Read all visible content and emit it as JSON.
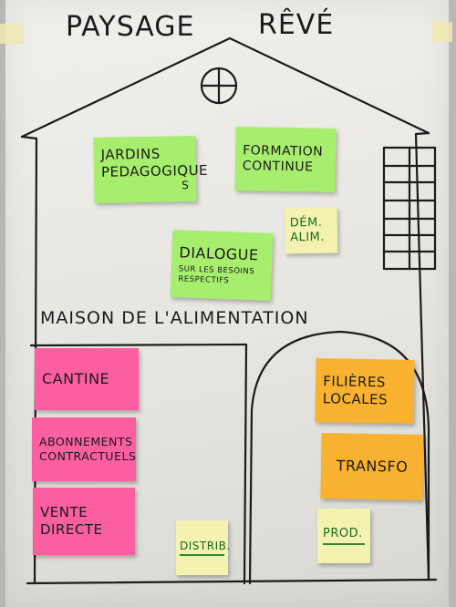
{
  "title": {
    "word1": "PAYSAGE",
    "word2": "RÊVÉ"
  },
  "house_label": "MAISON DE L'ALIMENTATION",
  "notes": {
    "jardins": {
      "line1": "JARDINS",
      "line2": "PEDAGOGIQUE",
      "line3": "S"
    },
    "formation": {
      "line1": "FORMATION",
      "line2": "CONTINUE"
    },
    "dem": {
      "line1": "DÉM.",
      "line2": "ALIM."
    },
    "dialogue": {
      "title": "DIALOGUE",
      "sub1": "SUR LES BESOINS",
      "sub2": "RESPECTIFS"
    },
    "cantine": {
      "line1": "CANTINE"
    },
    "abonnements": {
      "line1": "ABONNEMENTS",
      "line2": "CONTRACTUELS"
    },
    "vente": {
      "line1": "VENTE",
      "line2": "DIRECTE"
    },
    "distrib": {
      "line1": "DISTRIB."
    },
    "filieres": {
      "line1": "FILIÈRES",
      "line2": "LOCALES"
    },
    "transfo": {
      "line1": "TRANSFO"
    },
    "prod": {
      "line1": "PROD."
    }
  },
  "colors": {
    "green": "#a7ee6e",
    "pink": "#fb5fa0",
    "orange": "#f8b22f",
    "yellow": "#f3f2b0",
    "ink": "#1b1b1b"
  }
}
